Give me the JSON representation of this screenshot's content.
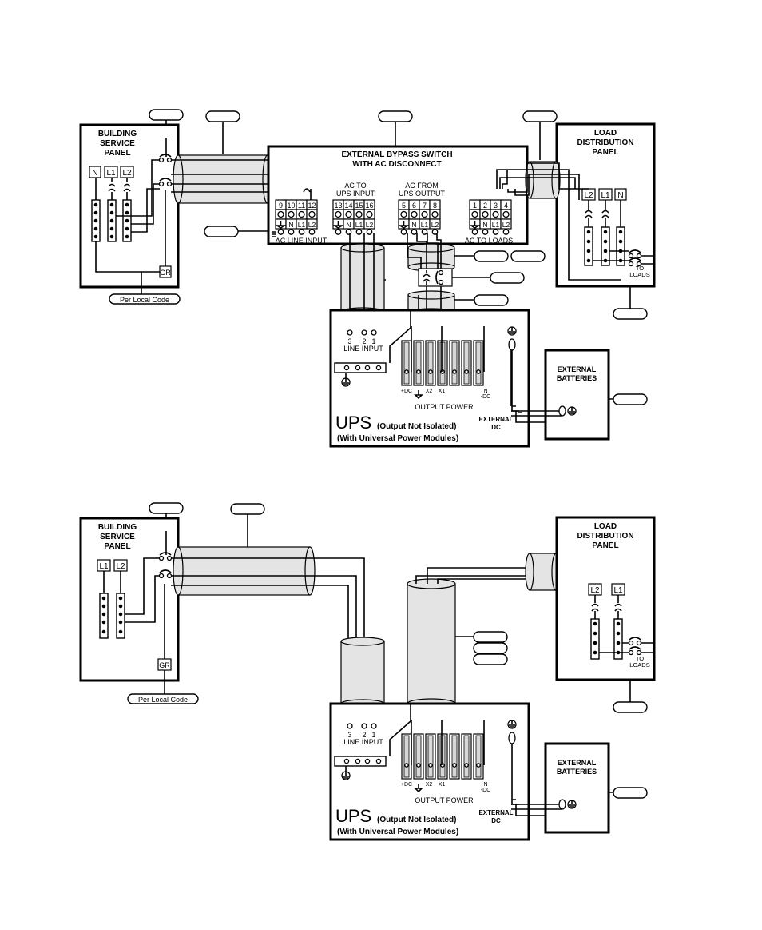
{
  "diagram1": {
    "building_panel": {
      "title_lines": [
        "BUILDING",
        "SERVICE",
        "PANEL"
      ],
      "breakers": [
        "N",
        "L1",
        "L2"
      ],
      "ground_label": "GR",
      "note": "Per Local Code"
    },
    "bypass_switch": {
      "title_lines": [
        "EXTERNAL BYPASS SWITCH",
        "WITH AC DISCONNECT"
      ],
      "groups": [
        {
          "label_lines": [
            "AC LINE INPUT"
          ],
          "numbers": [
            "9",
            "10",
            "11",
            "12"
          ],
          "letters": [
            "",
            "N",
            "L1",
            "L2"
          ]
        },
        {
          "label_lines": [
            "AC TO",
            "UPS INPUT"
          ],
          "numbers": [
            "13",
            "14",
            "15",
            "16"
          ],
          "letters": [
            "",
            "N",
            "L1",
            "L2"
          ]
        },
        {
          "label_lines": [
            "AC FROM",
            "UPS OUTPUT"
          ],
          "numbers": [
            "5",
            "6",
            "7",
            "8"
          ],
          "letters": [
            "",
            "N",
            "L1",
            "L2"
          ]
        },
        {
          "label_lines": [
            "AC TO LOADS"
          ],
          "numbers": [
            "1",
            "2",
            "3",
            "4"
          ],
          "letters": [
            "",
            "N",
            "L1",
            "L2"
          ]
        }
      ]
    },
    "load_panel": {
      "title_lines": [
        "LOAD",
        "DISTRIBUTION",
        "PANEL"
      ],
      "breakers": [
        "L2",
        "L1",
        "N"
      ],
      "to_loads_lines": [
        "TO",
        "LOADS"
      ]
    },
    "ups": {
      "title": "UPS",
      "subtitle": "(Output Not Isolated)",
      "subtitle2": "(With Universal Power Modules)",
      "line_input_numbers": [
        "3",
        "2",
        "1"
      ],
      "line_input_label": "LINE INPUT",
      "output_labels": [
        "+DC",
        "X2",
        "X1",
        "N",
        "-DC"
      ],
      "output_power_label": "OUTPUT POWER",
      "external_dc_lines": [
        "EXTERNAL",
        "DC"
      ]
    },
    "batteries": {
      "title_lines": [
        "EXTERNAL",
        "BATTERIES"
      ]
    }
  },
  "diagram2": {
    "building_panel": {
      "title_lines": [
        "BUILDING",
        "SERVICE",
        "PANEL"
      ],
      "breakers": [
        "L1",
        "L2"
      ],
      "ground_label": "GR",
      "note": "Per Local Code"
    },
    "load_panel": {
      "title_lines": [
        "LOAD",
        "DISTRIBUTION",
        "PANEL"
      ],
      "breakers": [
        "L2",
        "L1"
      ],
      "to_loads_lines": [
        "TO",
        "LOADS"
      ]
    },
    "ups": {
      "title": "UPS",
      "subtitle": "(Output Not Isolated)",
      "subtitle2": "(With Universal Power Modules)",
      "line_input_numbers": [
        "3",
        "2",
        "1"
      ],
      "line_input_label": "LINE INPUT",
      "output_labels": [
        "+DC",
        "X2",
        "X1",
        "N",
        "-DC"
      ],
      "output_power_label": "OUTPUT POWER",
      "external_dc_lines": [
        "EXTERNAL",
        "DC"
      ]
    },
    "batteries": {
      "title_lines": [
        "EXTERNAL",
        "BATTERIES"
      ]
    }
  },
  "icons": {
    "ground": "ground-symbol-icon",
    "breaker": "breaker-icon",
    "fuse": "fuse-icon",
    "terminal": "terminal-screw-icon"
  }
}
